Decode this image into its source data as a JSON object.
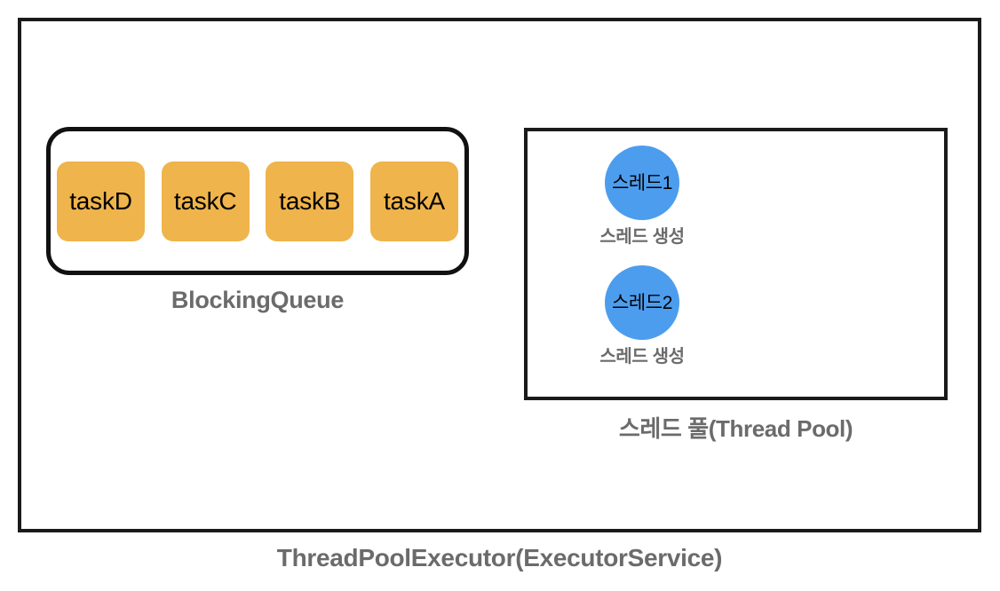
{
  "diagram": {
    "title": "ThreadPoolExecutor(ExecutorService)",
    "executor_caption": "ThreadPoolExecutor(ExecutorService)",
    "colors": {
      "task_card": "#efb44b",
      "thread_circle": "#4d9dee",
      "border": "#1a1a1a",
      "caption_text": "#6b6b6b",
      "label_text": "#000000",
      "background": "#ffffff"
    }
  },
  "queue": {
    "caption": "BlockingQueue",
    "tasks": [
      {
        "label": "taskD"
      },
      {
        "label": "taskC"
      },
      {
        "label": "taskB"
      },
      {
        "label": "taskA"
      }
    ]
  },
  "pool": {
    "caption": "스레드 풀(Thread Pool)",
    "threads": [
      {
        "label": "스레드1",
        "sub_label": "스레드 생성"
      },
      {
        "label": "스레드2",
        "sub_label": "스레드 생성"
      }
    ]
  }
}
